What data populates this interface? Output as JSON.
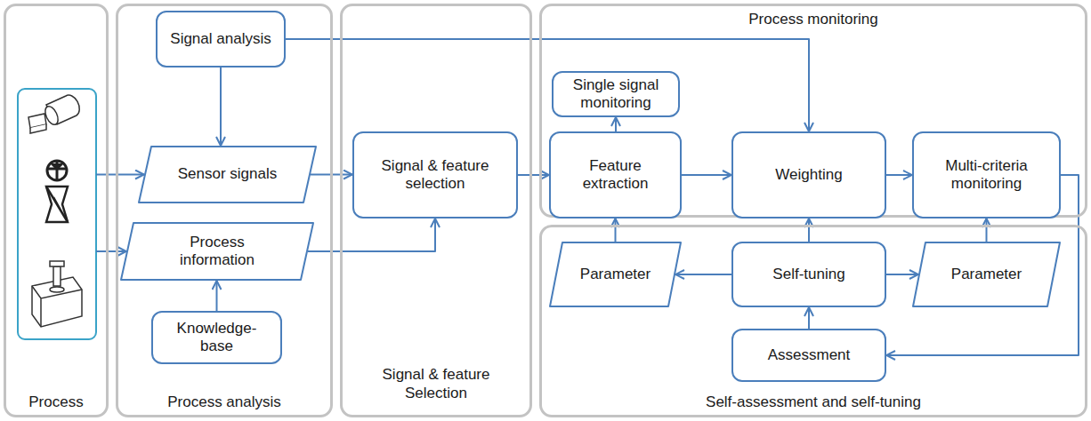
{
  "diagram": {
    "nodes": [
      {
        "text": [
          "Process"
        ]
      },
      {
        "text": [
          "Process analysis"
        ]
      },
      {
        "text": [
          "Signal analysis"
        ],
        "in": 1
      },
      {
        "text": [
          "Sensor signals"
        ],
        "in": 1
      },
      {
        "text": [
          "Process information"
        ],
        "in": 1
      },
      {
        "text": [
          "Knowledge-base"
        ],
        "in": 1
      },
      {
        "text": [
          "Signal & feature Selection"
        ]
      },
      {
        "text": [
          "Signal & feature selection"
        ],
        "in": 6
      },
      {
        "text": [
          "Process monitoring"
        ]
      },
      {
        "text": [
          "Single signal monitoring"
        ],
        "in": 8
      },
      {
        "text": [
          "Feature extraction"
        ],
        "in": 8
      },
      {
        "text": [
          "Weighting"
        ],
        "in": 8
      },
      {
        "text": [
          "Multi-criteria monitoring"
        ],
        "in": 8
      },
      {
        "text": [
          "Self-assessment and self-tuning"
        ]
      },
      {
        "text": [
          "Parameter"
        ],
        "in": 13
      },
      {
        "text": [
          "Self-tuning"
        ],
        "in": 13
      },
      {
        "text": [
          "Parameter"
        ],
        "in": 13
      },
      {
        "text": [
          "Assessment"
        ],
        "in": 13
      }
    ],
    "edges": [
      {
        "from": 0,
        "to": 3,
        "arrow": "to"
      },
      {
        "from": 0,
        "to": 4,
        "arrow": "to"
      },
      {
        "from": 2,
        "to": 3,
        "arrow": "to"
      },
      {
        "from": 2,
        "to": 11,
        "arrow": "to"
      },
      {
        "from": 5,
        "to": 4,
        "arrow": "to"
      },
      {
        "from": 3,
        "to": 7,
        "arrow": "to"
      },
      {
        "from": 4,
        "to": 7,
        "arrow": "to"
      },
      {
        "from": 7,
        "to": 10,
        "arrow": "to"
      },
      {
        "from": 10,
        "to": 9,
        "arrow": "to"
      },
      {
        "from": 10,
        "to": 11,
        "arrow": "to"
      },
      {
        "from": 11,
        "to": 12,
        "arrow": "to"
      },
      {
        "from": 12,
        "to": 17,
        "arrow": "to"
      },
      {
        "from": 17,
        "to": 15,
        "arrow": "to"
      },
      {
        "from": 15,
        "to": 14,
        "arrow": "to"
      },
      {
        "from": 15,
        "to": 16,
        "arrow": "to"
      },
      {
        "from": 14,
        "to": 10,
        "arrow": "to"
      },
      {
        "from": 15,
        "to": 11,
        "arrow": "to"
      },
      {
        "from": 16,
        "to": 12,
        "arrow": "to"
      }
    ]
  }
}
